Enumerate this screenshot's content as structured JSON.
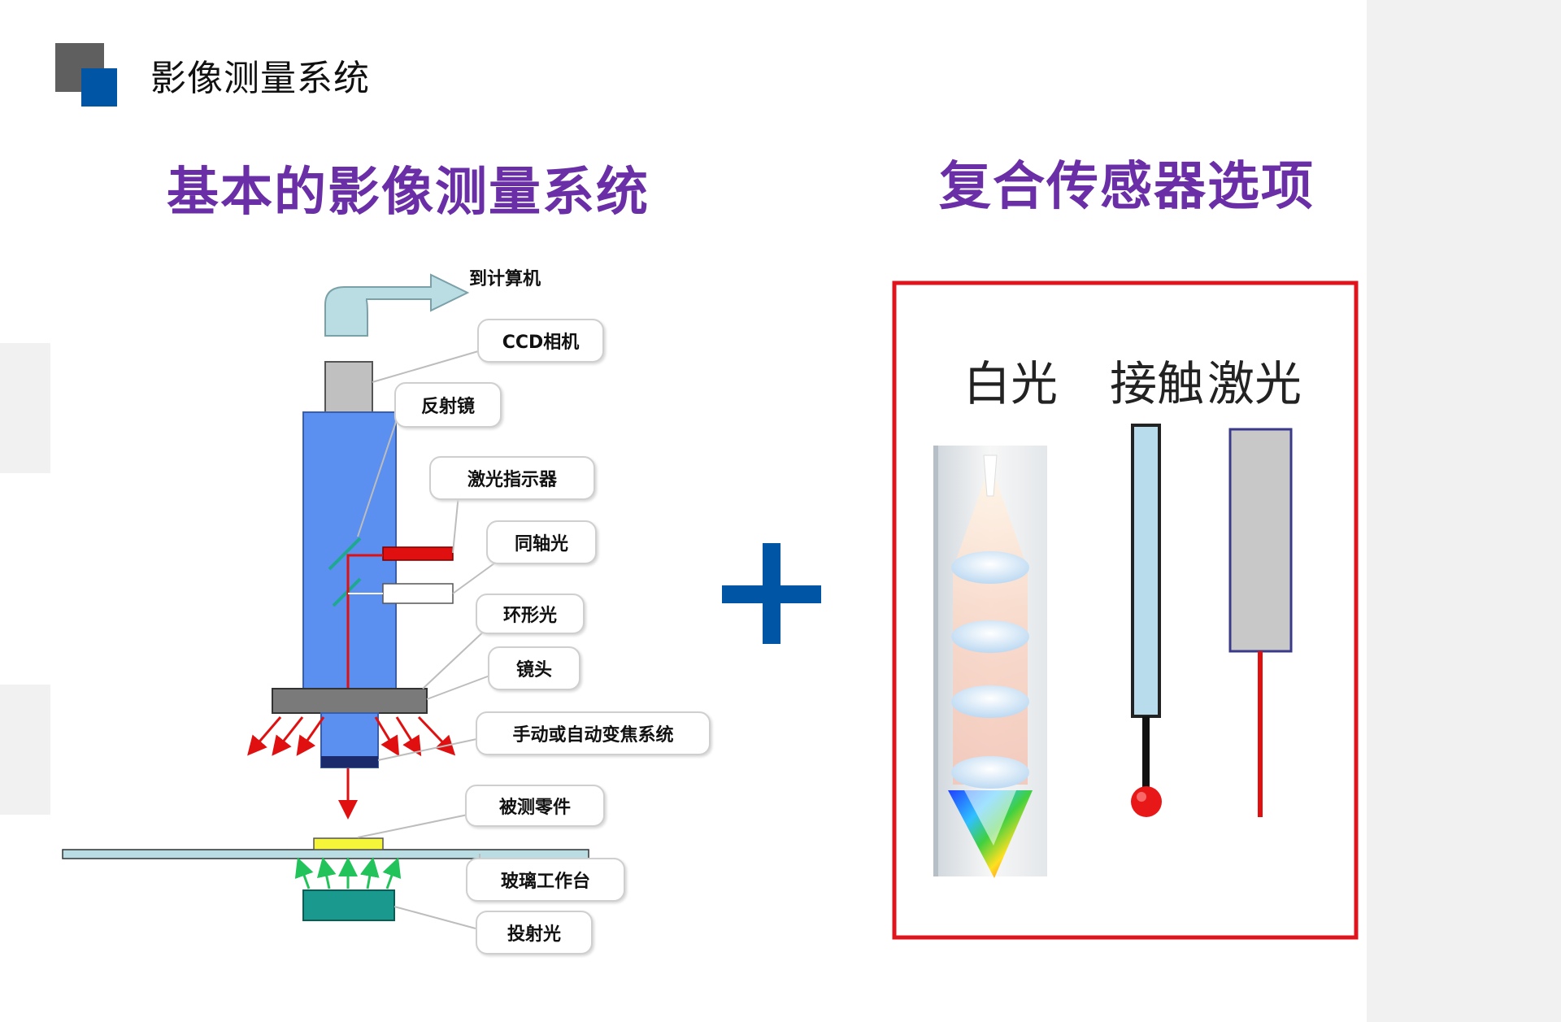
{
  "header": {
    "title": "影像测量系统"
  },
  "left": {
    "title": "基本的影像测量系统",
    "diagram": {
      "to_computer": "到计算机",
      "ccd_camera": "CCD相机",
      "mirror": "反射镜",
      "laser_pointer": "激光指示器",
      "coaxial_light": "同轴光",
      "ring_light": "环形光",
      "lens": "镜头",
      "zoom_system": "手动或自动变焦系统",
      "workpiece": "被测零件",
      "glass_stage": "玻璃工作台",
      "transmitted_light": "投射光"
    }
  },
  "plus_symbol": "+",
  "right": {
    "title": "复合传感器选项",
    "sensors": {
      "white_light": "白光",
      "touch": "接触",
      "laser": "激光"
    }
  },
  "colors": {
    "title_purple": "#6a2ea6",
    "brand_blue": "#0055a5",
    "column_blue": "#5b8ff0",
    "laser_red": "#e01010",
    "light_green": "#22c35a",
    "border_red": "#e0141c"
  }
}
